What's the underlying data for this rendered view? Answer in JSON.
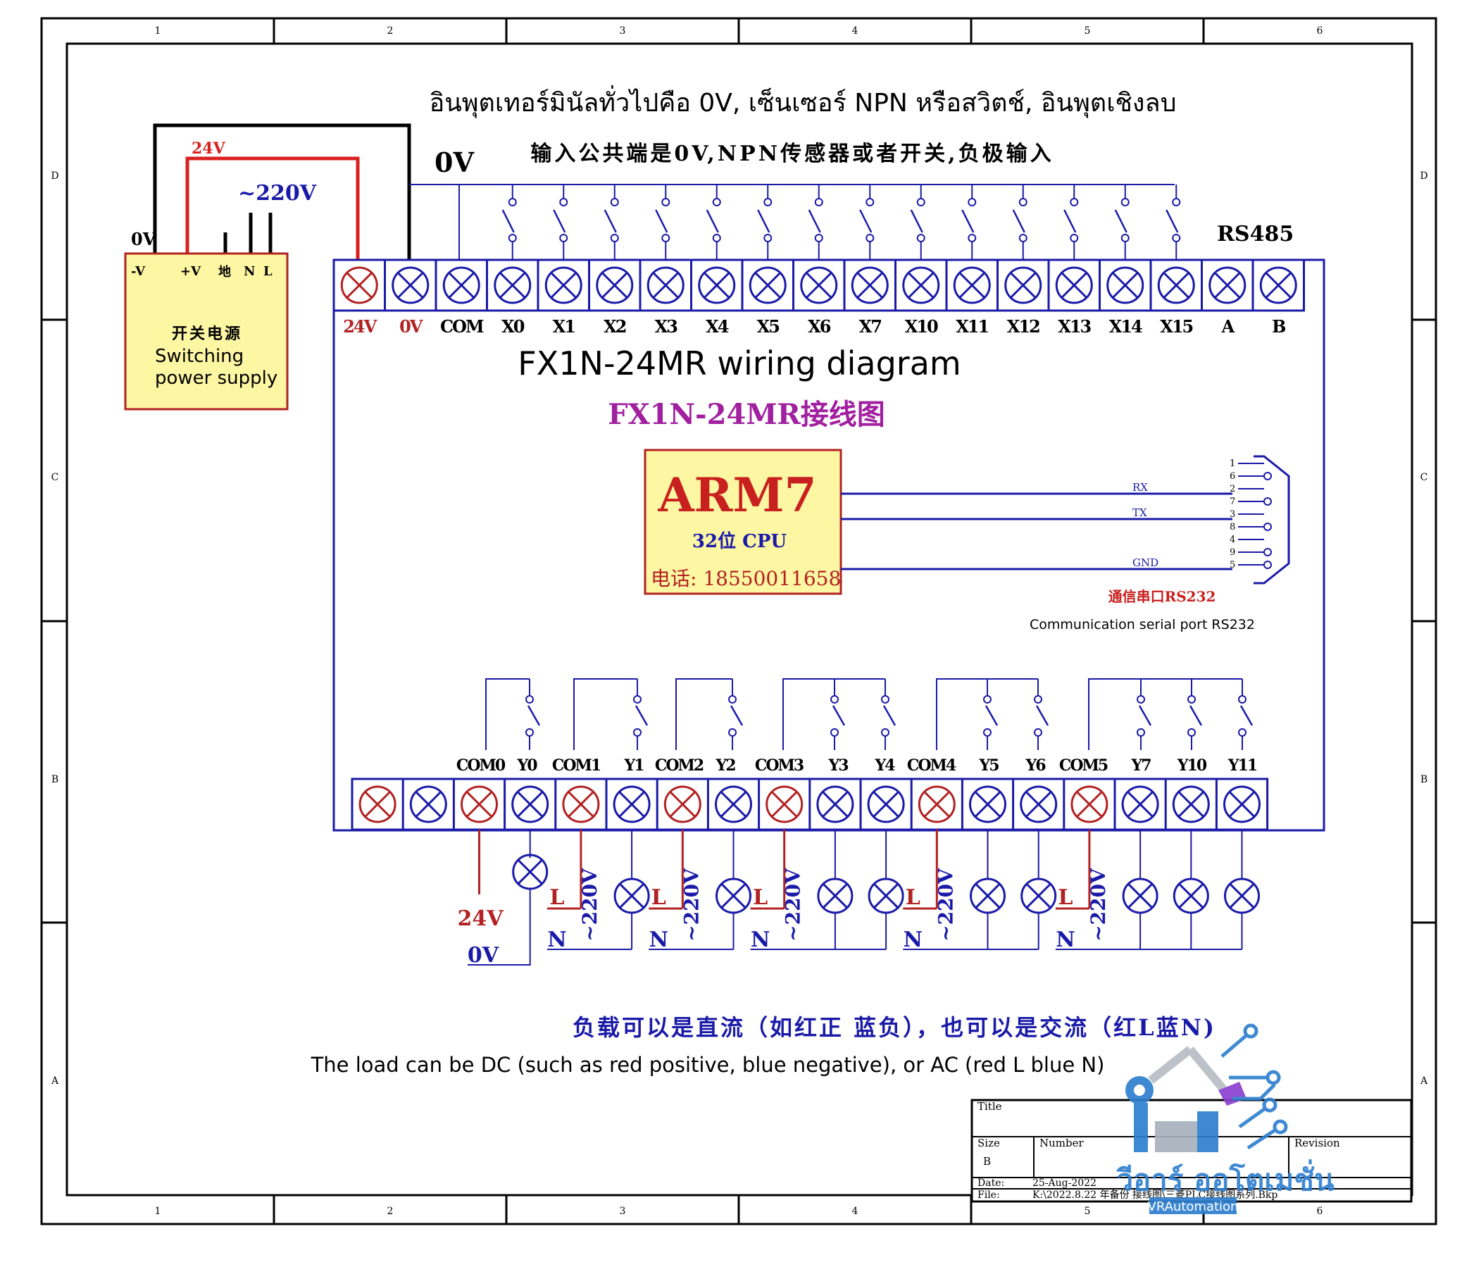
{
  "frame": {
    "col_labels": [
      "1",
      "2",
      "3",
      "4",
      "5",
      "6"
    ],
    "row_labels": [
      "D",
      "C",
      "B",
      "A"
    ]
  },
  "headings": {
    "thai": "อินพุตเทอร์มินัลทั่วไปคือ 0V, เซ็นเซอร์ NPN หรือสวิตช์, อินพุตเชิงลบ",
    "chinese": "输入公共端是0V,NPN传感器或者开关,负极输入",
    "input_common_0v": "0V"
  },
  "power_supply": {
    "label_cn": "开关电源",
    "label_en_line1": "Switching",
    "label_en_line2": "power supply",
    "pins": [
      "-V",
      "+V",
      "地",
      "N",
      "L"
    ],
    "label_0v": "0V",
    "label_24v": "24V",
    "label_220v": "~220V"
  },
  "top_terminals": {
    "rs485_label": "RS485",
    "labels": [
      "24V",
      "0V",
      "COM",
      "X0",
      "X1",
      "X2",
      "X3",
      "X4",
      "X5",
      "X6",
      "X7",
      "X10",
      "X11",
      "X12",
      "X13",
      "X14",
      "X15",
      "A",
      "B"
    ],
    "colors": [
      "red",
      "red",
      "black",
      "black",
      "black",
      "black",
      "black",
      "black",
      "black",
      "black",
      "black",
      "black",
      "black",
      "black",
      "black",
      "black",
      "black",
      "black",
      "black"
    ],
    "symbol_colors": [
      "red",
      "blue",
      "blue",
      "blue",
      "blue",
      "blue",
      "blue",
      "blue",
      "blue",
      "blue",
      "blue",
      "blue",
      "blue",
      "blue",
      "blue",
      "blue",
      "blue",
      "blue",
      "blue"
    ]
  },
  "titles": {
    "en": "FX1N-24MR wiring diagram",
    "cn": "FX1N-24MR接线图"
  },
  "cpu": {
    "name": "ARM7",
    "spec": "32位 CPU",
    "phone": "电话: 18550011658"
  },
  "serial": {
    "rx": "RX",
    "tx": "TX",
    "gnd": "GND",
    "pins": [
      "1",
      "6",
      "2",
      "7",
      "3",
      "8",
      "4",
      "9",
      "5"
    ],
    "label_cn": "通信串口RS232",
    "label_en": "Communication serial port RS232"
  },
  "bottom_terminals": {
    "labels": [
      "COM0",
      "Y0",
      "COM1",
      "Y1",
      "COM2",
      "Y2",
      "COM3",
      "Y3",
      "Y4",
      "COM4",
      "Y5",
      "Y6",
      "COM5",
      "Y7",
      "Y10",
      "Y11"
    ],
    "symbol_colors": [
      "red",
      "blue",
      "red",
      "blue",
      "red",
      "blue",
      "red",
      "blue",
      "red",
      "blue",
      "blue",
      "red",
      "blue",
      "blue",
      "red",
      "blue",
      "blue",
      "blue"
    ]
  },
  "loads": {
    "dc_24v": "24V",
    "dc_0v": "0V",
    "ac_l": "L",
    "ac_n": "N",
    "ac_220v": "~220V"
  },
  "notes": {
    "cn": "负载可以是直流（如红正 蓝负），也可以是交流（红L蓝N)",
    "en": "The load can be DC (such as red positive, blue negative), or AC (red L blue N)"
  },
  "title_block": {
    "title_label": "Title",
    "size_label": "Size",
    "size_value": "B",
    "number_label": "Number",
    "revision_label": "Revision",
    "date_label": "Date:",
    "date_value": "25-Aug-2022",
    "file_label": "File:",
    "file_value": "K:\\2022.8.22 年备份 接线图\\三菱PLC接线图系列.Bkp"
  },
  "watermark": {
    "thai": "วีอาร์ ออโตเมชั่น",
    "en": "VRAutomation"
  },
  "colors": {
    "red": "#b22222",
    "blue": "#1a1aa8",
    "black": "#000000",
    "psu_fill": "#fdf6a3",
    "purple": "#a020a0",
    "arm_red": "#c8201e"
  }
}
